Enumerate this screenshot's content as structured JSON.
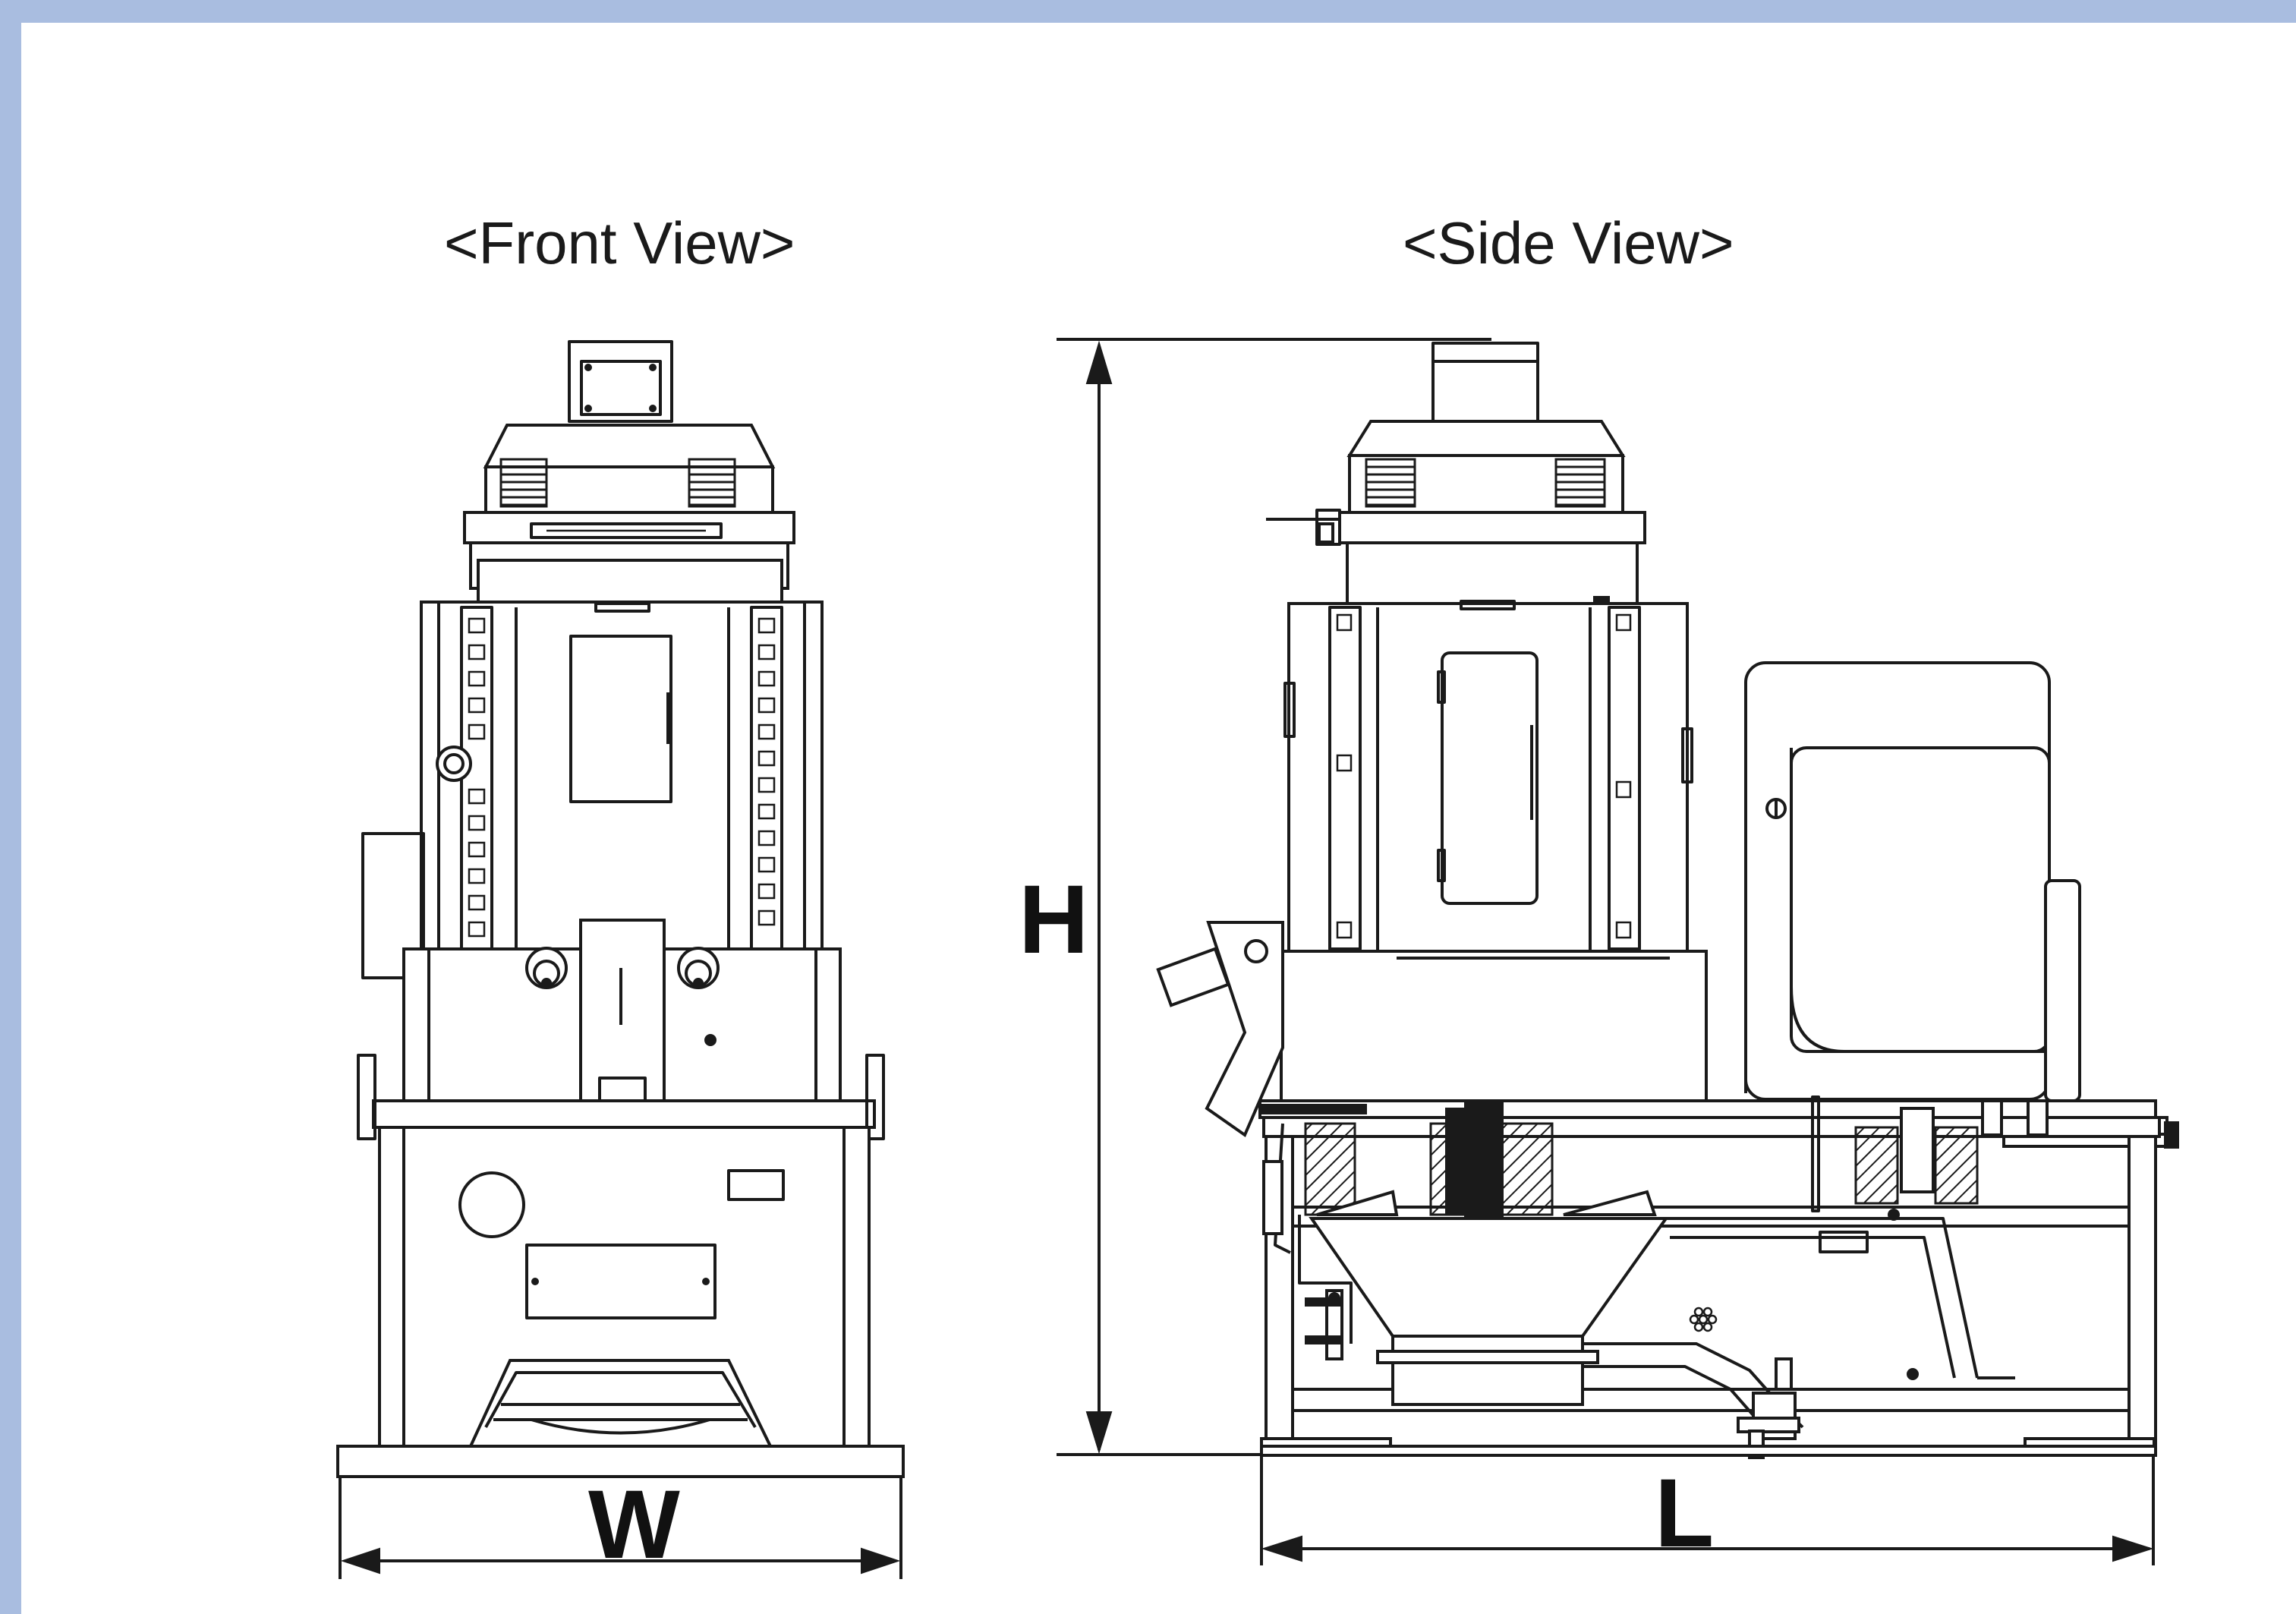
{
  "front_view": {
    "title": "<Front View>",
    "dimension_label": "W"
  },
  "side_view": {
    "title": "<Side View>",
    "height_label": "H",
    "length_label": "L"
  },
  "colors": {
    "background_border": "#a9bde0",
    "canvas": "#ffffff",
    "line": "#1a1a1a"
  }
}
